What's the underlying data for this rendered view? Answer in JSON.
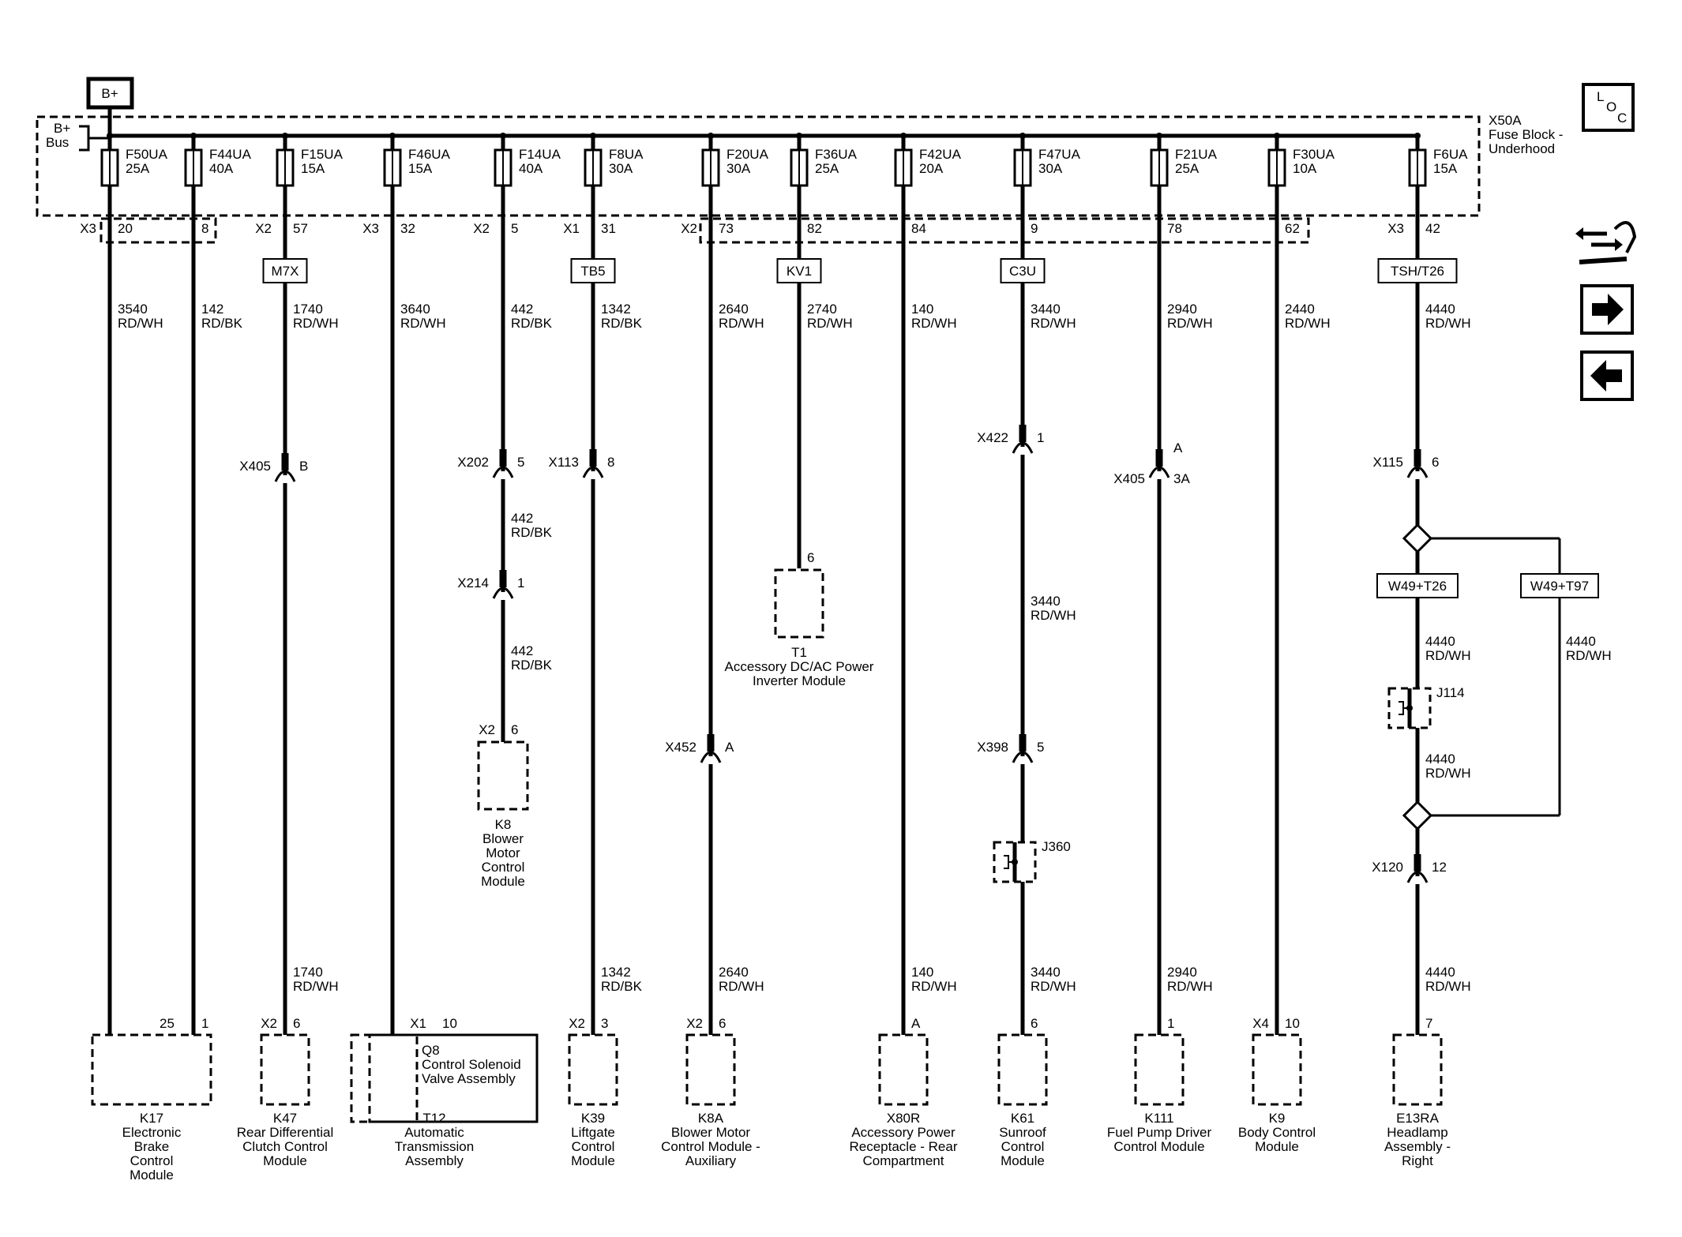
{
  "header": {
    "power_source": "B+",
    "loc_icon": [
      "L",
      "O",
      "C"
    ]
  },
  "fuse_block": {
    "name": "X50A",
    "desc": [
      "Fuse Block -",
      "Underhood"
    ],
    "bus_label": [
      "B+",
      "Bus"
    ]
  },
  "nav": {
    "icons": [
      "connector-view-icon",
      "next-page-icon",
      "previous-page-icon"
    ]
  },
  "columns": [
    {
      "fuse": "F50UA",
      "amps": "25A",
      "conn": "X3",
      "pin": "20",
      "tag": "",
      "wire": "3540",
      "color": "RD/WH",
      "inline": [],
      "end_pin_conn": "",
      "end_pin": "25",
      "comp": [
        "K17",
        "Electronic",
        "Brake",
        "Control",
        "Module"
      ]
    },
    {
      "fuse": "F44UA",
      "amps": "40A",
      "conn": "",
      "pin": "8",
      "tag": "",
      "wire": "142",
      "color": "RD/BK",
      "inline": [],
      "end_pin_conn": "",
      "end_pin": "1",
      "comp": []
    },
    {
      "fuse": "F15UA",
      "amps": "15A",
      "conn": "X2",
      "pin": "57",
      "tag": "M7X",
      "wire": "1740",
      "color": "RD/WH",
      "inline": [
        {
          "name": "X405",
          "pin": "B"
        }
      ],
      "low_wire": "1740",
      "low_color": "RD/WH",
      "end_pin_conn": "X2",
      "end_pin": "6",
      "comp": [
        "K47",
        "Rear Differential",
        "Clutch Control",
        "Module"
      ]
    },
    {
      "fuse": "F46UA",
      "amps": "15A",
      "conn": "X3",
      "pin": "32",
      "tag": "",
      "wire": "3640",
      "color": "RD/WH",
      "inline": [],
      "end_pin_conn": "X1",
      "end_pin": "10",
      "comp": [
        "T12",
        "Automatic",
        "Transmission",
        "Assembly"
      ]
    },
    {
      "fuse": "F14UA",
      "amps": "40A",
      "conn": "X2",
      "pin": "5",
      "tag": "",
      "wire": "442",
      "color": "RD/BK",
      "inline": [
        {
          "name": "X202",
          "pin": "5"
        },
        {
          "name": "X214",
          "pin": "1"
        }
      ],
      "end_pin_conn": "X2",
      "end_pin": "6",
      "comp": [
        "K8",
        "Blower",
        "Motor",
        "Control",
        "Module"
      ]
    },
    {
      "fuse": "F8UA",
      "amps": "30A",
      "conn": "X1",
      "pin": "31",
      "tag": "TB5",
      "wire": "1342",
      "color": "RD/BK",
      "inline": [
        {
          "name": "X113",
          "pin": "8"
        }
      ],
      "end_pin_conn": "X2",
      "end_pin": "3",
      "comp": [
        "K39",
        "Liftgate",
        "Control",
        "Module"
      ]
    },
    {
      "fuse": "F20UA",
      "amps": "30A",
      "conn": "X2",
      "pin": "73",
      "tag": "",
      "wire": "2640",
      "color": "RD/WH",
      "inline": [
        {
          "name": "X452",
          "pin": "A"
        }
      ],
      "end_pin_conn": "X2",
      "end_pin": "6",
      "comp": [
        "K8A",
        "Blower Motor",
        "Control Module -",
        "Auxiliary"
      ]
    },
    {
      "fuse": "F36UA",
      "amps": "25A",
      "conn": "",
      "pin": "82",
      "tag": "KV1",
      "wire": "2740",
      "color": "RD/WH",
      "inline": [],
      "end_pin_conn": "",
      "end_pin": "6",
      "comp": [
        "T1",
        "Accessory DC/AC Power",
        "Inverter Module"
      ]
    },
    {
      "fuse": "F42UA",
      "amps": "20A",
      "conn": "",
      "pin": "84",
      "tag": "",
      "wire": "140",
      "color": "RD/WH",
      "inline": [],
      "end_pin_conn": "",
      "end_pin": "A",
      "comp": [
        "X80R",
        "Accessory Power",
        "Receptacle - Rear",
        "Compartment"
      ]
    },
    {
      "fuse": "F47UA",
      "amps": "30A",
      "conn": "",
      "pin": "9",
      "tag": "C3U",
      "wire": "3440",
      "color": "RD/WH",
      "inline": [
        {
          "name": "X422",
          "pin": "1"
        },
        {
          "name": "X398",
          "pin": "5"
        }
      ],
      "splice": "J360",
      "end_pin_conn": "",
      "end_pin": "6",
      "comp": [
        "K61",
        "Sunroof",
        "Control",
        "Module"
      ]
    },
    {
      "fuse": "F21UA",
      "amps": "25A",
      "conn": "",
      "pin": "78",
      "tag": "",
      "wire": "2940",
      "color": "RD/WH",
      "inline": [
        {
          "name": "X405",
          "pin": "A",
          "pin2": "3A"
        }
      ],
      "end_pin_conn": "",
      "end_pin": "1",
      "comp": [
        "K111",
        "Fuel Pump Driver",
        "Control Module"
      ]
    },
    {
      "fuse": "F30UA",
      "amps": "10A",
      "conn": "",
      "pin": "62",
      "tag": "",
      "wire": "2440",
      "color": "RD/WH",
      "inline": [],
      "end_pin_conn": "X4",
      "end_pin": "10",
      "comp": [
        "K9",
        "Body Control",
        "Module"
      ]
    },
    {
      "fuse": "F6UA",
      "amps": "15A",
      "conn": "X3",
      "pin": "42",
      "tag": "TSH/T26",
      "wire": "4440",
      "color": "RD/WH",
      "inline": [
        {
          "name": "X115",
          "pin": "6"
        },
        {
          "name": "X120",
          "pin": "12"
        }
      ],
      "splice": "J114",
      "end_pin_conn": "",
      "end_pin": "7",
      "comp": [
        "E13RA",
        "Headlamp",
        "Assembly -",
        "Right"
      ]
    }
  ],
  "extra": {
    "q8": [
      "Q8",
      "Control Solenoid",
      "Valve Assembly"
    ],
    "k8_pins": {
      "conn": "X2",
      "pin": "6"
    },
    "t1_pin": "6",
    "w49_t26": "W49+T26",
    "w49_t97": "W49+T97",
    "t97_wire": "4440",
    "t97_color": "RD/WH"
  }
}
